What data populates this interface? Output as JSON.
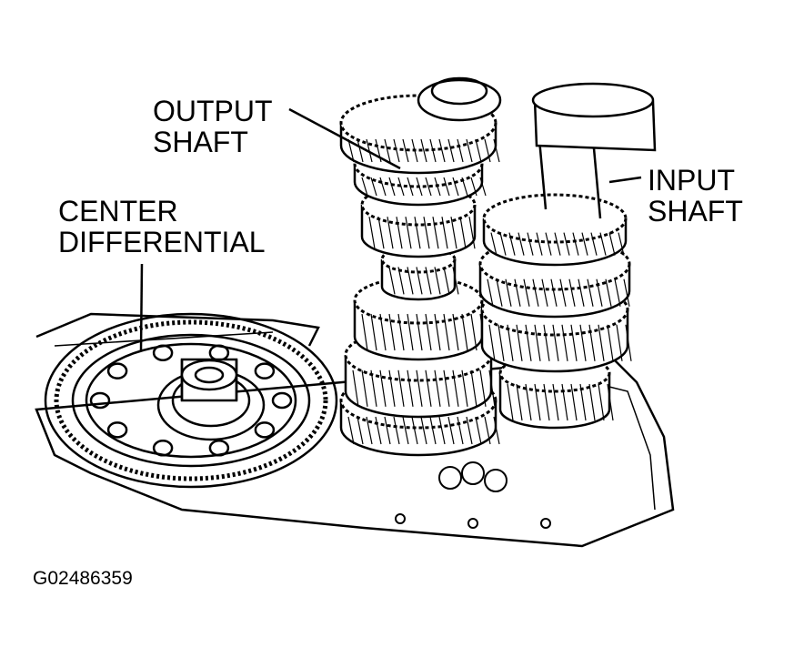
{
  "labels": {
    "output_shaft": [
      "OUTPUT",
      "SHAFT"
    ],
    "input_shaft": [
      "INPUT",
      "SHAFT"
    ],
    "center_differential": [
      "CENTER",
      "DIFFERENTIAL"
    ]
  },
  "figure_id": "G02486359"
}
